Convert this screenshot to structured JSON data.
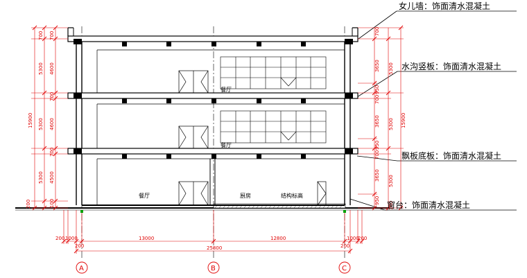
{
  "notes": {
    "parapet": "女儿墙：饰面清水混凝土",
    "gutter": "水沟竖板：饰面清水混凝土",
    "canopy": "飘板底板：饰面清水混凝土",
    "sill": "窗台：饰面清水混凝土"
  },
  "rooms": {
    "dining_3f": "餐厅",
    "dining_2f": "餐厅",
    "dining_1f": "餐厅",
    "kitchen": "厨房",
    "struct_level": "结构标高"
  },
  "left_dims": {
    "total": "15900",
    "floor3": "5300",
    "floor2": "5300",
    "floor1": "5300",
    "parapet": "700",
    "beam3": "700",
    "beam2": "700",
    "window3": "4600",
    "window2": "4600",
    "window1": "4500",
    "base_a": "200",
    "base_b": "100"
  },
  "right_dims": {
    "total": "15900",
    "floor3": "5300",
    "floor2": "5300",
    "floor1": "5300",
    "parapet": "700",
    "win3": "3650",
    "win2": "3650",
    "win1": "3650",
    "band3": "950",
    "band2": "950",
    "band1": "950",
    "beam3": "700",
    "beam2": "700",
    "base": "100"
  },
  "bottom_dims": {
    "left_outer": "200",
    "left_1000": "1000",
    "left_200": "200",
    "span_ab": "13000",
    "span_bc": "12800",
    "right_200": "200",
    "right_1000": "1000",
    "right_outer": "200",
    "total": "25800"
  },
  "axes": {
    "a": "A",
    "b": "B",
    "c": "C"
  }
}
